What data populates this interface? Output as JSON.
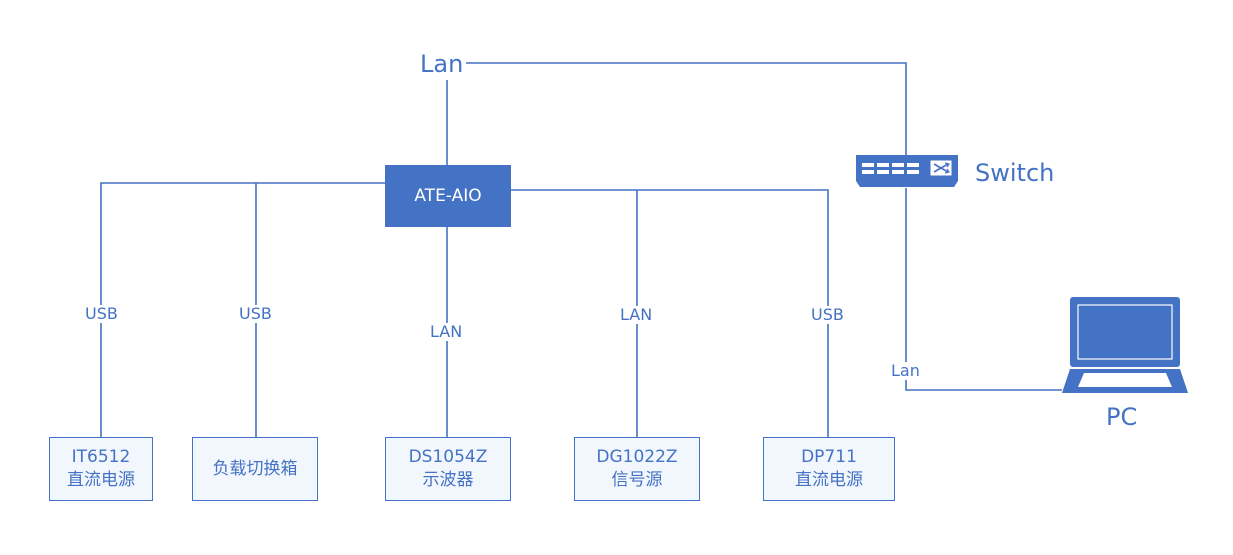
{
  "lan_top": "Lan",
  "hub": {
    "label": "ATE-AIO"
  },
  "switch": {
    "label": "Switch"
  },
  "pc": {
    "label": "PC",
    "link_label": "Lan"
  },
  "devices": [
    {
      "line1": "IT6512",
      "line2": "直流电源",
      "link": "USB"
    },
    {
      "line1": "负载切换箱",
      "line2": "",
      "link": "USB"
    },
    {
      "line1": "DS1054Z",
      "line2": "示波器",
      "link": "LAN"
    },
    {
      "line1": "DG1022Z",
      "line2": "信号源",
      "link": "LAN"
    },
    {
      "line1": "DP711",
      "line2": "直流电源",
      "link": "USB"
    }
  ],
  "colors": {
    "accent": "#4472c4",
    "box_fill": "#f2f6fd"
  }
}
